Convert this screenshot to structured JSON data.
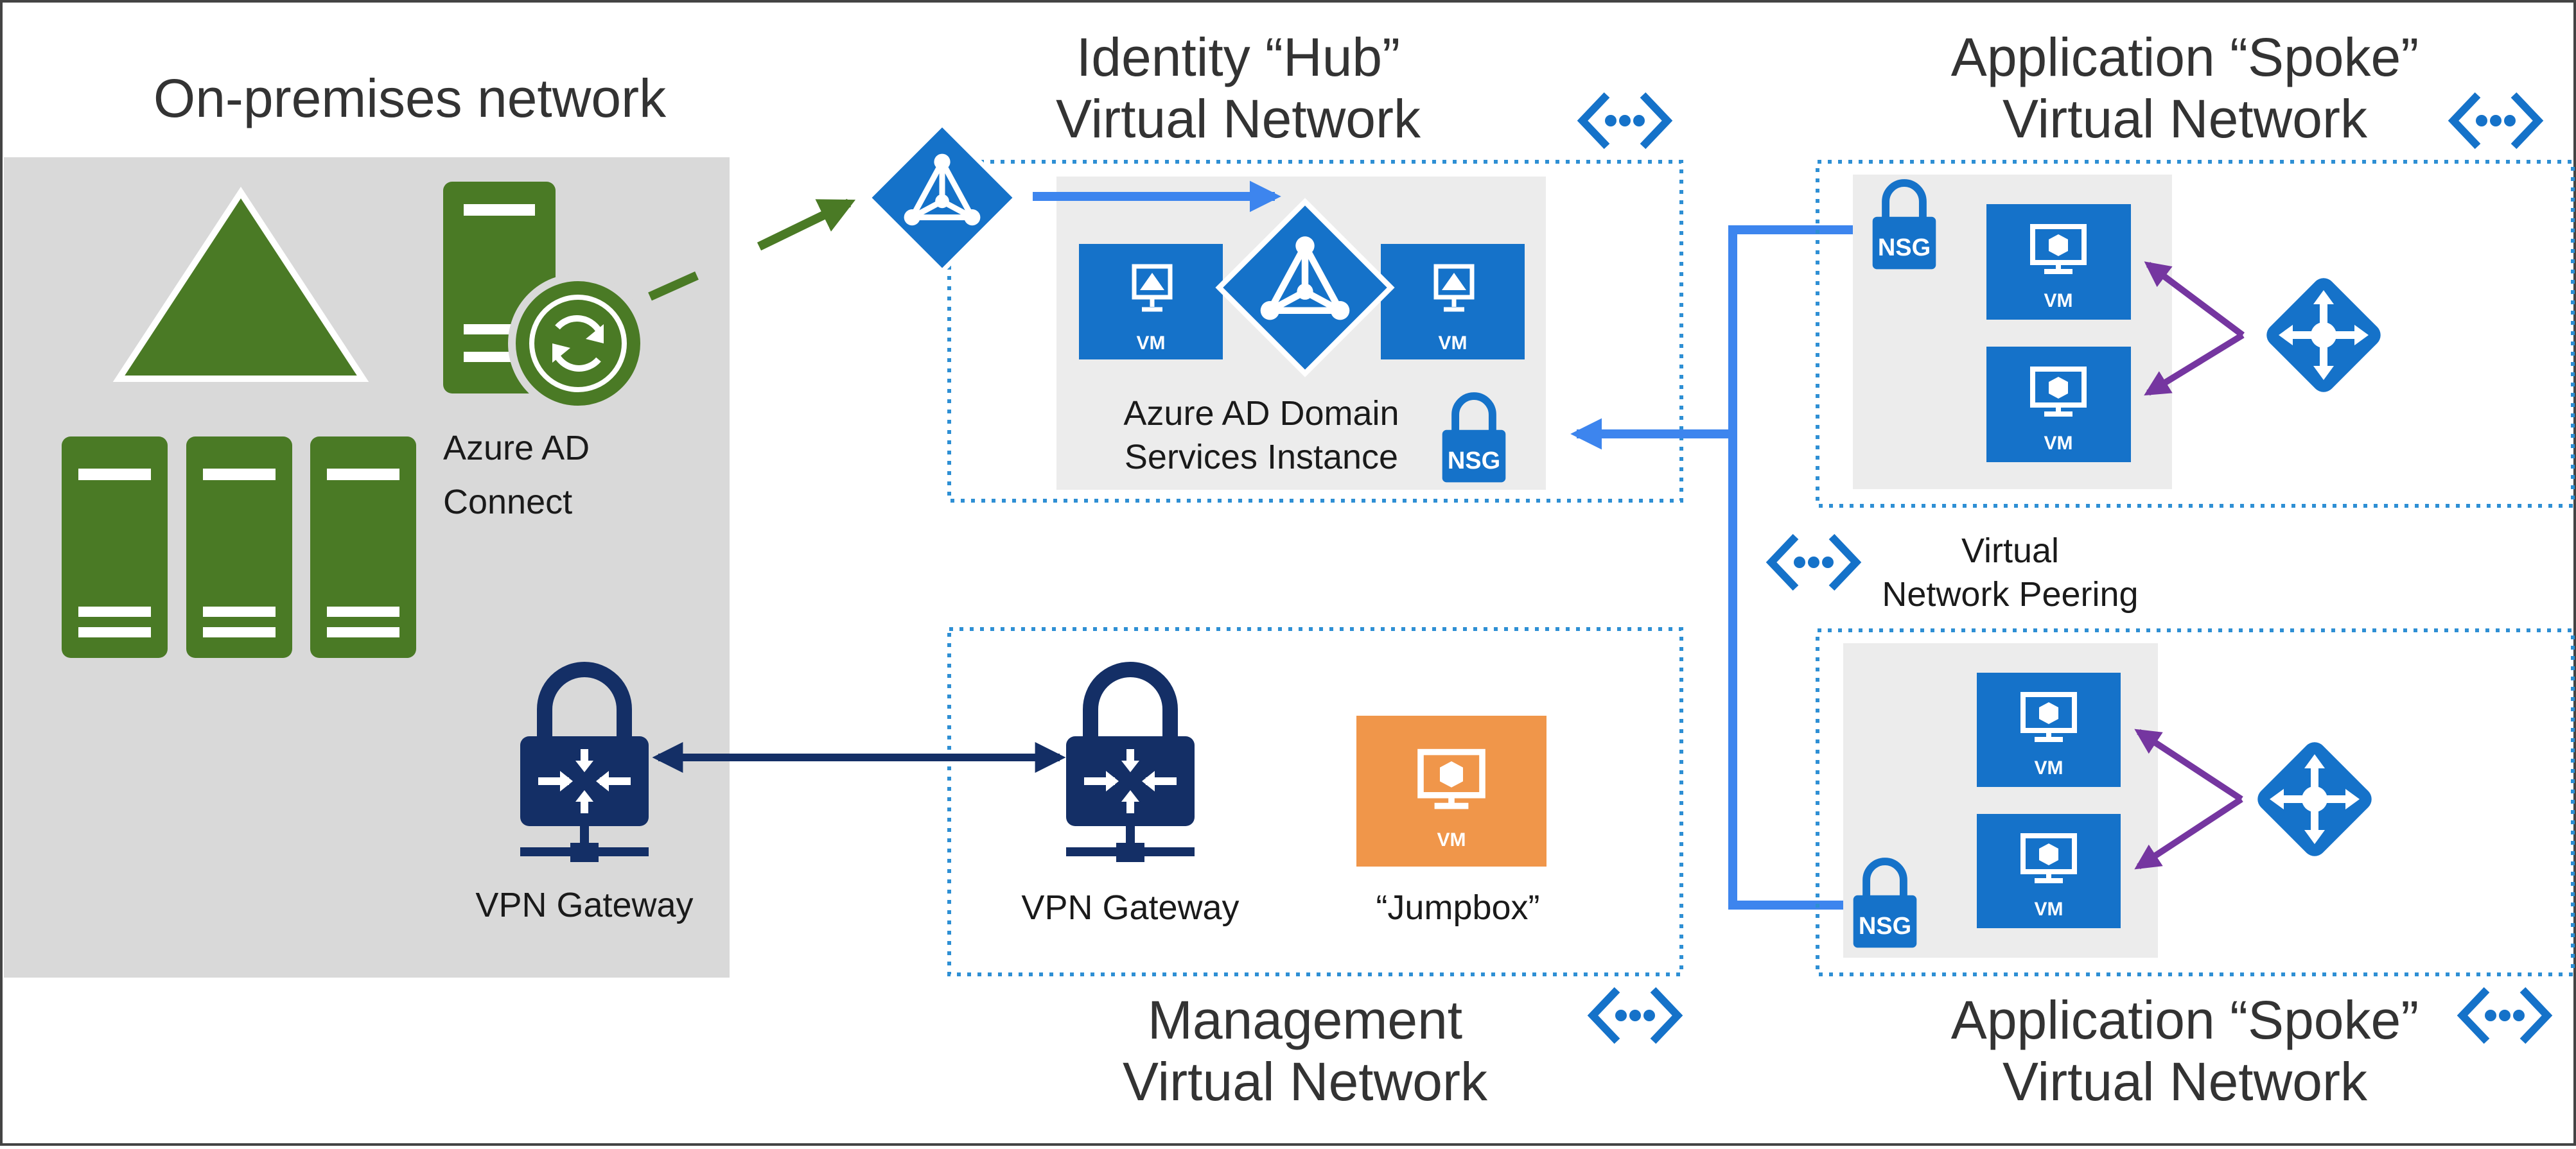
{
  "colors": {
    "onprem_bg": "#d9d9d9",
    "onprem_green": "#4a7a25",
    "azure_blue": "#1572c9",
    "peering_blue": "#3d85ee",
    "gateway_navy": "#142f66",
    "jumpbox_orange": "#f0964a",
    "arrow_green": "#4a7a25",
    "arrow_purple": "#7536a0",
    "dotted_border": "#2e8fd4"
  },
  "icons": [
    "triangle-ad-icon",
    "server-icon",
    "sync-server-icon",
    "azure-ad-icon",
    "vm-icon",
    "lock-nsg-icon",
    "vpn-gateway-icon",
    "load-balancer-icon",
    "vnet-icon"
  ],
  "labels": {
    "onprem_title": "On-premises network",
    "aad_connect_1": "Azure AD",
    "aad_connect_2": "Connect",
    "hub_title_1": "Identity “Hub”",
    "hub_title_2": "Virtual Network",
    "aadds_1": "Azure AD Domain",
    "aadds_2": "Services Instance",
    "spoke_top_1": "Application “Spoke”",
    "spoke_top_2": "Virtual Network",
    "peering_1": "Virtual",
    "peering_2": "Network Peering",
    "vpn_onprem": "VPN Gateway",
    "vpn_mgmt": "VPN Gateway",
    "jumpbox": "“Jumpbox”",
    "mgmt_title_1": "Management",
    "mgmt_title_2": "Virtual Network",
    "spoke_bottom_1": "Application “Spoke”",
    "spoke_bottom_2": "Virtual Network",
    "vm": "VM",
    "nsg": "NSG"
  }
}
